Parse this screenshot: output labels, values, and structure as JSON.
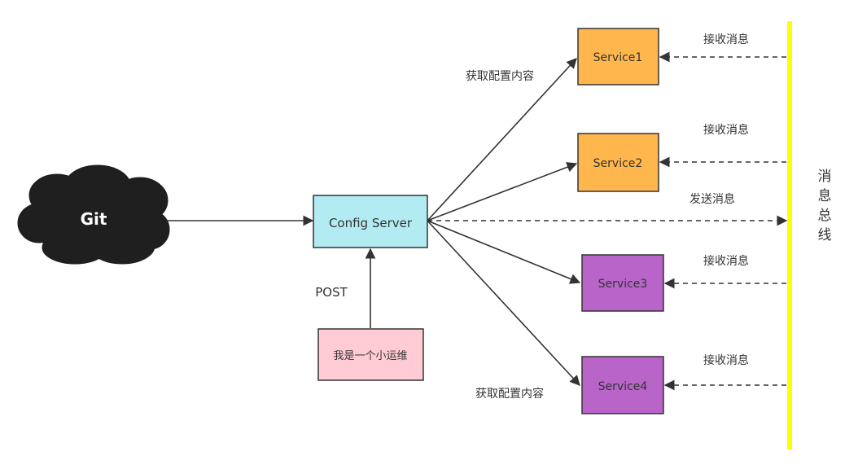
{
  "colors": {
    "git": "#1f1f1f",
    "config_server": "#b3ebf2",
    "service_orange": "#ffb74d",
    "service_purple": "#b864c8",
    "ops": "#ffccd5",
    "bus": "#ffff00",
    "line": "#333333"
  },
  "nodes": {
    "git": "Git",
    "config_server": "Config Server",
    "service1": "Service1",
    "service2": "Service2",
    "service3": "Service3",
    "service4": "Service4",
    "ops": "我是一个小运维"
  },
  "labels": {
    "fetch_top": "获取配置内容",
    "fetch_bottom": "获取配置内容",
    "post": "POST",
    "send": "发送消息",
    "receive1": "接收消息",
    "receive2": "接收消息",
    "receive3": "接收消息",
    "receive4": "接收消息"
  },
  "bus": {
    "label_chars": [
      "消",
      "息",
      "总",
      "线"
    ]
  }
}
